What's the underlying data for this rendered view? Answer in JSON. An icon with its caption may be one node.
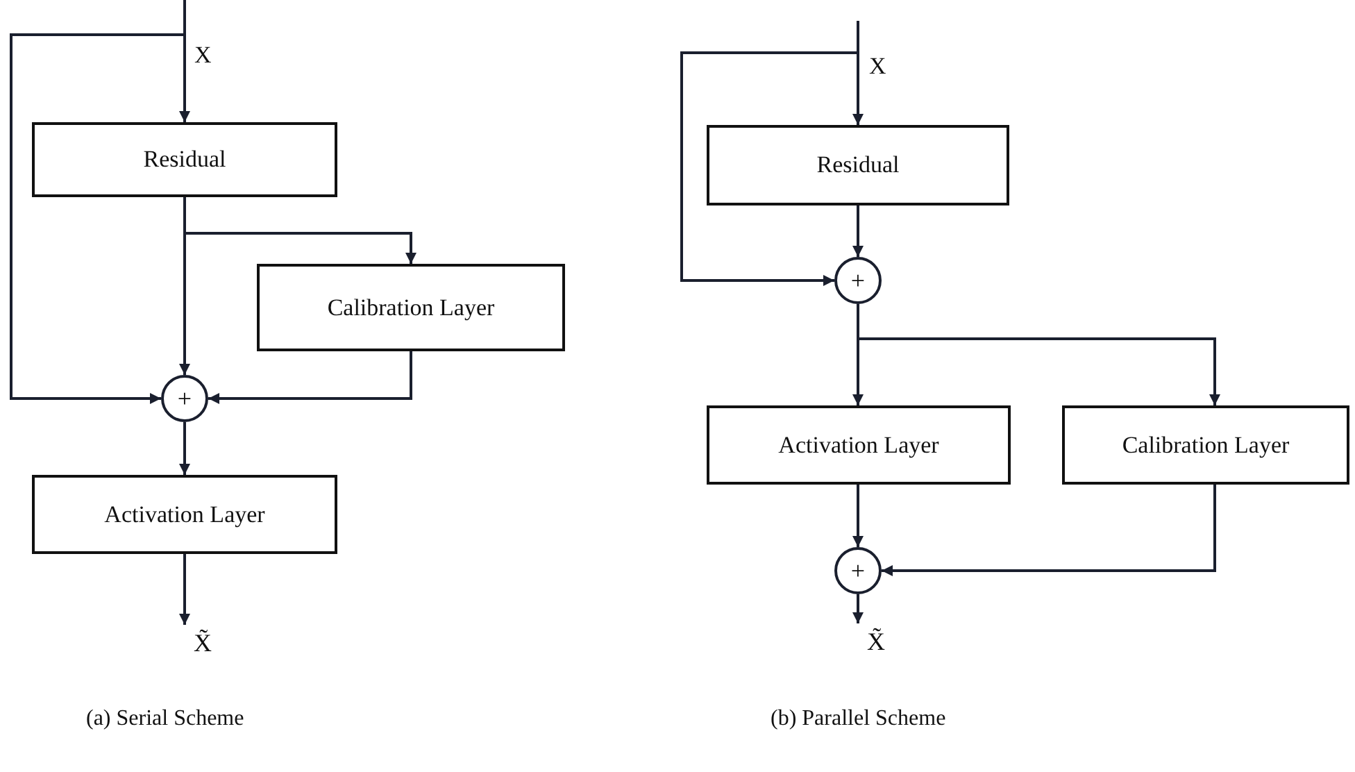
{
  "diagram": {
    "nodes": [
      {
        "text": [
          "Residual"
        ]
      },
      {
        "text": [
          "Calibration Layer"
        ]
      },
      {
        "text": [
          "+"
        ]
      },
      {
        "text": [
          "Activation Layer"
        ]
      },
      {
        "text": [
          "X̃"
        ]
      },
      {
        "text": [
          "Residual"
        ]
      },
      {
        "text": [
          "+"
        ]
      },
      {
        "text": [
          "Activation Layer"
        ]
      },
      {
        "text": [
          "Calibration Layer"
        ]
      },
      {
        "text": [
          "+"
        ]
      },
      {
        "text": [
          "X̃"
        ]
      }
    ],
    "edges": [
      {
        "from": null,
        "to": 0,
        "arrow": "to"
      },
      {
        "from": null,
        "to": 2,
        "arrow": "to"
      },
      {
        "from": 0,
        "to": 2,
        "arrow": "to"
      },
      {
        "from": 0,
        "to": 1,
        "arrow": "to"
      },
      {
        "from": 1,
        "to": 2,
        "arrow": "to"
      },
      {
        "from": 2,
        "to": 3,
        "arrow": "to"
      },
      {
        "from": 3,
        "to": 4,
        "arrow": "to"
      },
      {
        "from": null,
        "to": 5,
        "arrow": "to"
      },
      {
        "from": null,
        "to": 6,
        "arrow": "to"
      },
      {
        "from": 5,
        "to": 6,
        "arrow": "to"
      },
      {
        "from": 6,
        "to": 7,
        "arrow": "to"
      },
      {
        "from": 6,
        "to": 8,
        "arrow": "to"
      },
      {
        "from": 7,
        "to": 9,
        "arrow": "to"
      },
      {
        "from": 8,
        "to": 9,
        "arrow": "to"
      },
      {
        "from": 9,
        "to": 10,
        "arrow": "to"
      }
    ],
    "labels": [
      "X",
      "X",
      "(a) Serial Scheme",
      "(b) Parallel Scheme"
    ]
  }
}
